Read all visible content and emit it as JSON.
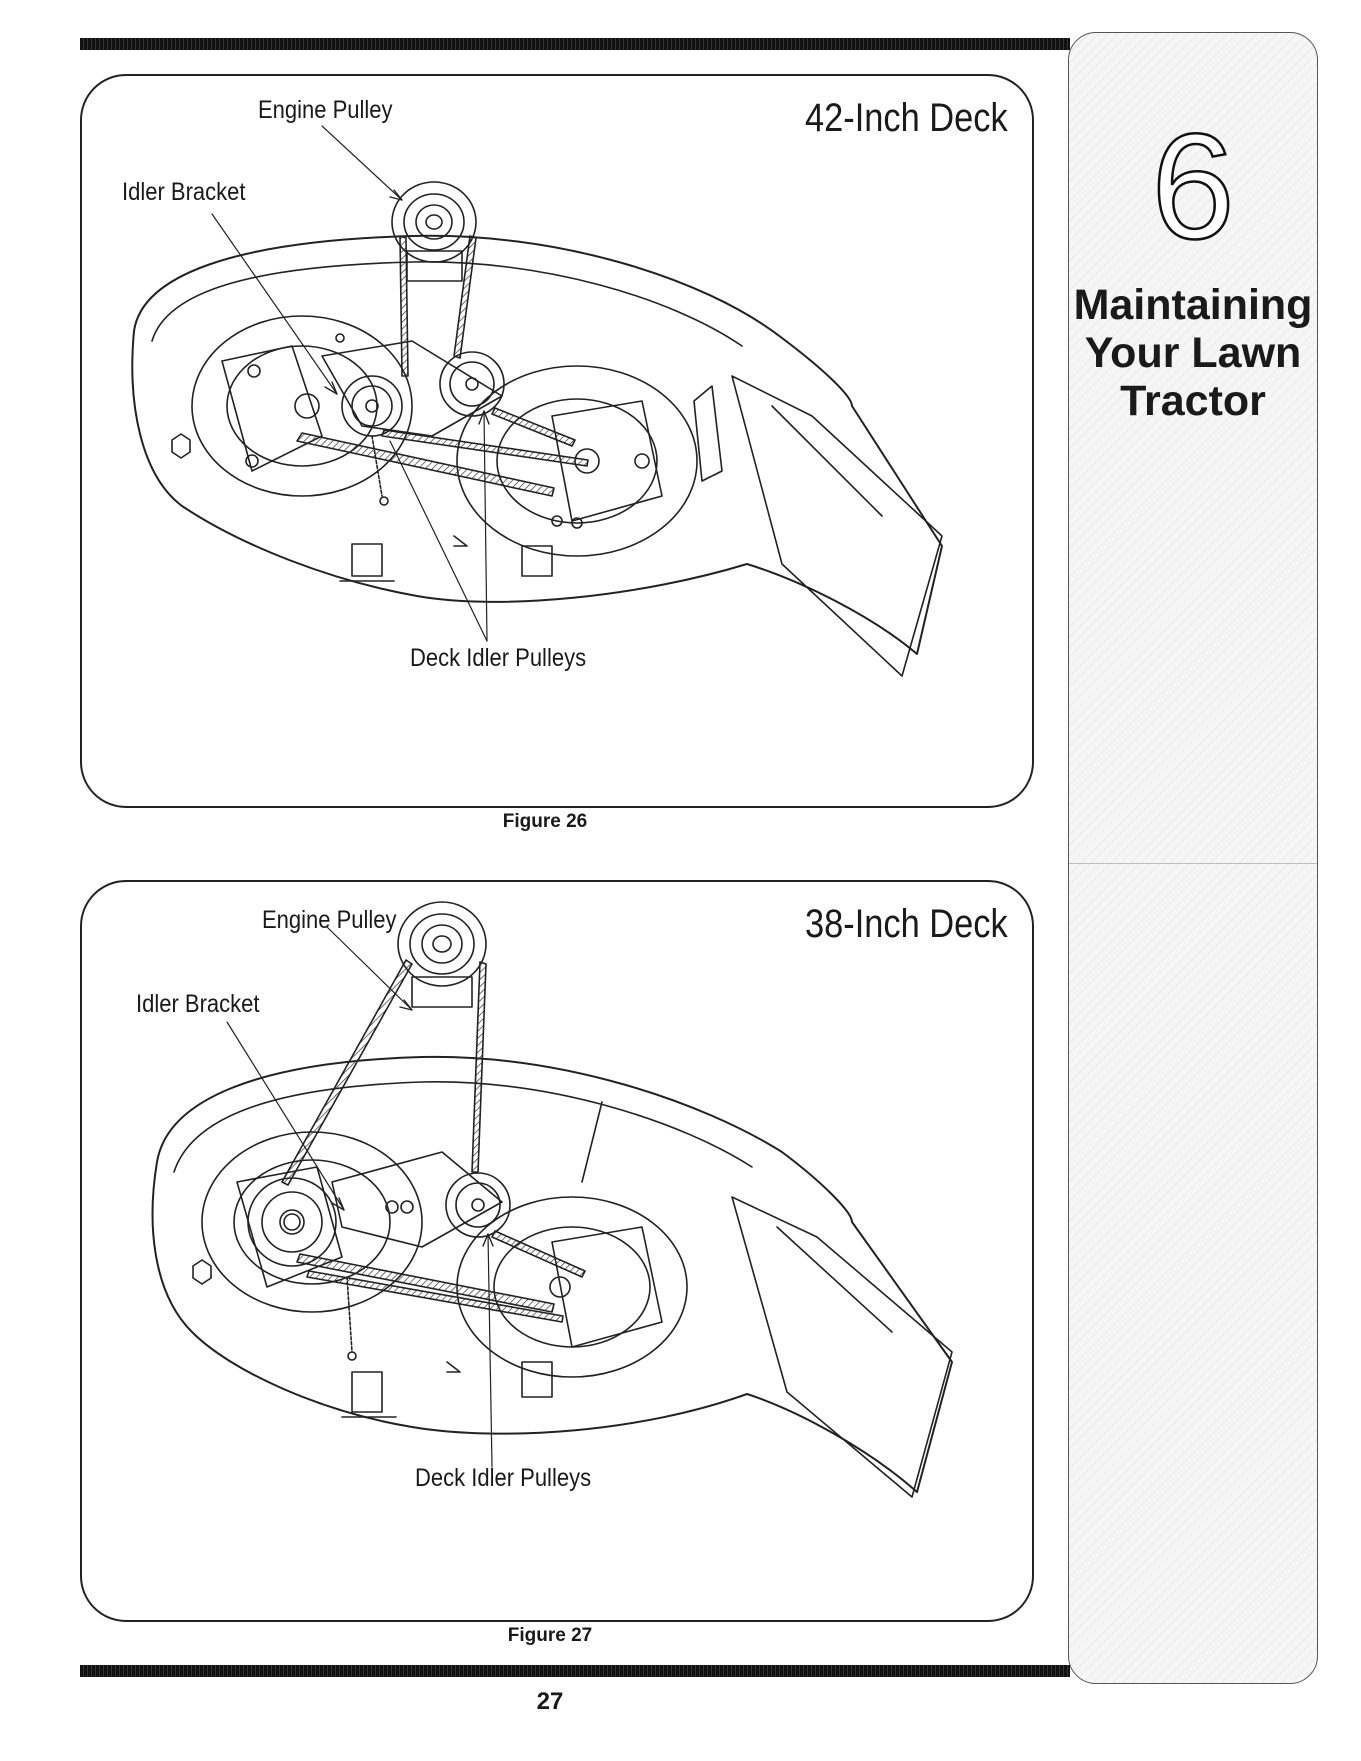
{
  "sidebar": {
    "chapter_number": "6",
    "chapter_title_line1": "Maintaining",
    "chapter_title_line2": "Your Lawn",
    "chapter_title_line3": "Tractor"
  },
  "figures": [
    {
      "deck_title": "42-Inch Deck",
      "engine_pulley_label": "Engine Pulley",
      "idler_bracket_label": "Idler Bracket",
      "deck_idler_pulleys_label": "Deck Idler Pulleys",
      "caption": "Figure 26"
    },
    {
      "deck_title": "38-Inch Deck",
      "engine_pulley_label": "Engine Pulley",
      "idler_bracket_label": "Idler Bracket",
      "deck_idler_pulleys_label": "Deck Idler Pulleys",
      "caption": "Figure 27"
    }
  ],
  "page_number": "27"
}
